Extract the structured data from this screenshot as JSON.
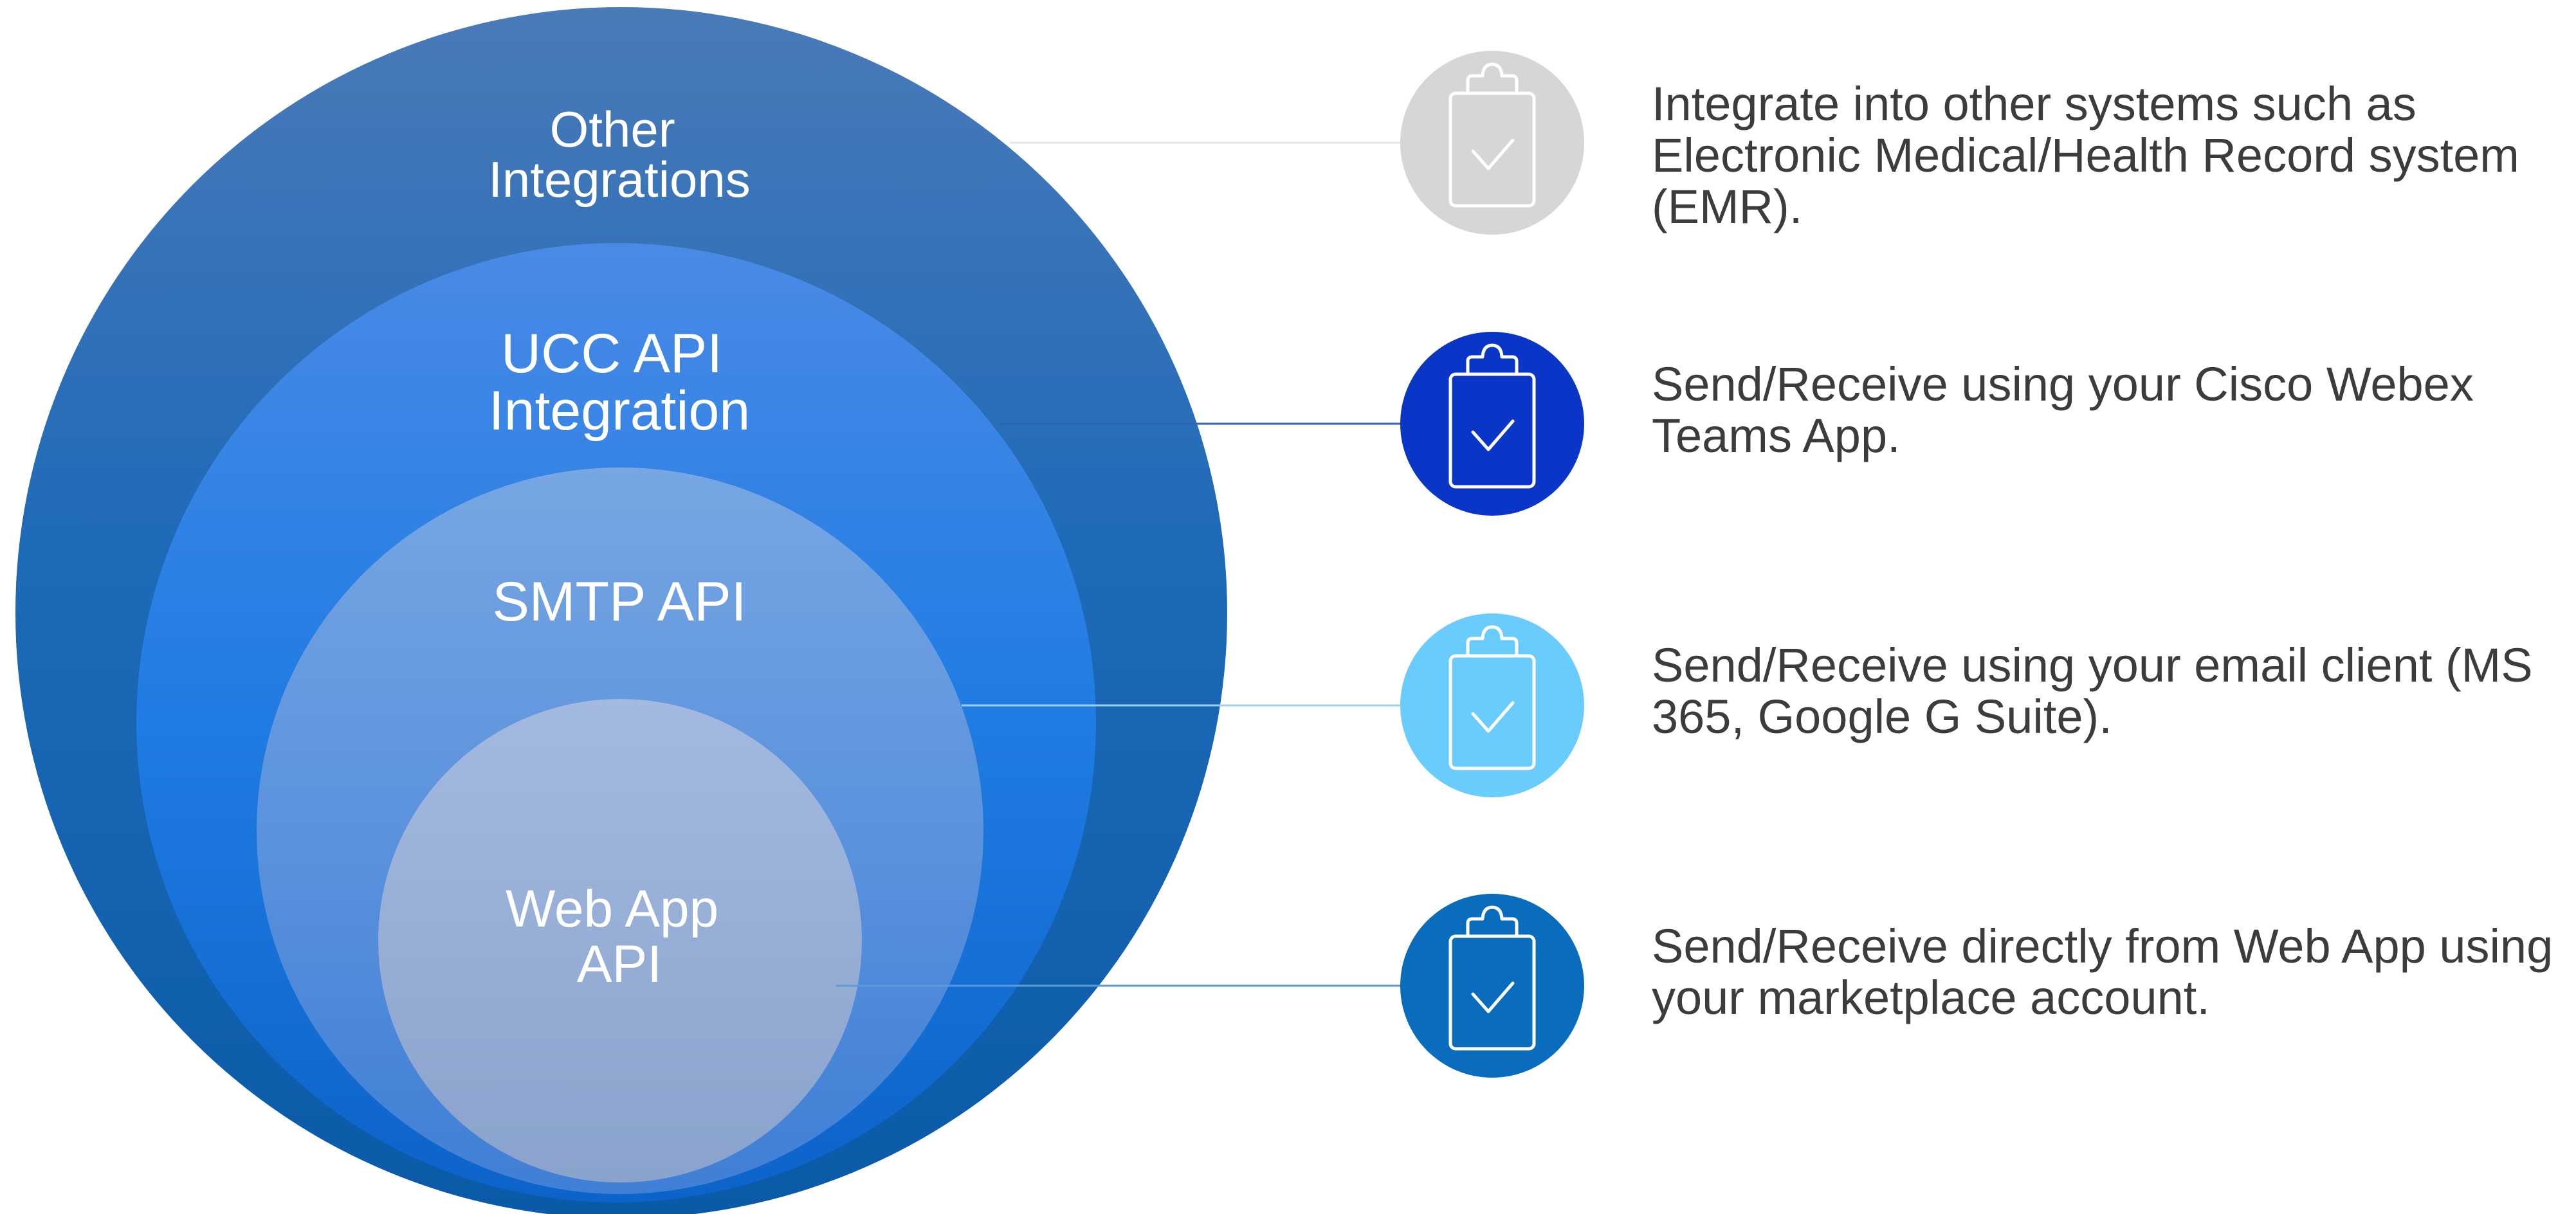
{
  "layers": [
    {
      "label_lines": [
        "Other",
        "Integrations"
      ],
      "description": "Integrate into other systems such as Electronic Medical/Health Record system (EMR).",
      "icon_color": "#d6d6d6"
    },
    {
      "label_lines": [
        "UCC API",
        "Integration"
      ],
      "description": "Send/Receive using your Cisco Webex Teams App.",
      "icon_color": "#0a36c8"
    },
    {
      "label_lines": [
        "SMTP API"
      ],
      "description": "Send/Receive using your email client (MS 365, Google G Suite).",
      "icon_color": "#69ccfc"
    },
    {
      "label_lines": [
        "Web App",
        "API"
      ],
      "description": "Send/Receive directly from Web App using your marketplace account.",
      "icon_color": "#0a6cbd"
    }
  ],
  "icon_name": "clipboard-check-icon",
  "colors": {
    "outer_circle": "#1a5ca8",
    "ucc_circle": "#1f7ce3",
    "smtp_circle": "#5e95df",
    "webapp_circle": "#93aedd",
    "text": "#3c3c3c"
  }
}
